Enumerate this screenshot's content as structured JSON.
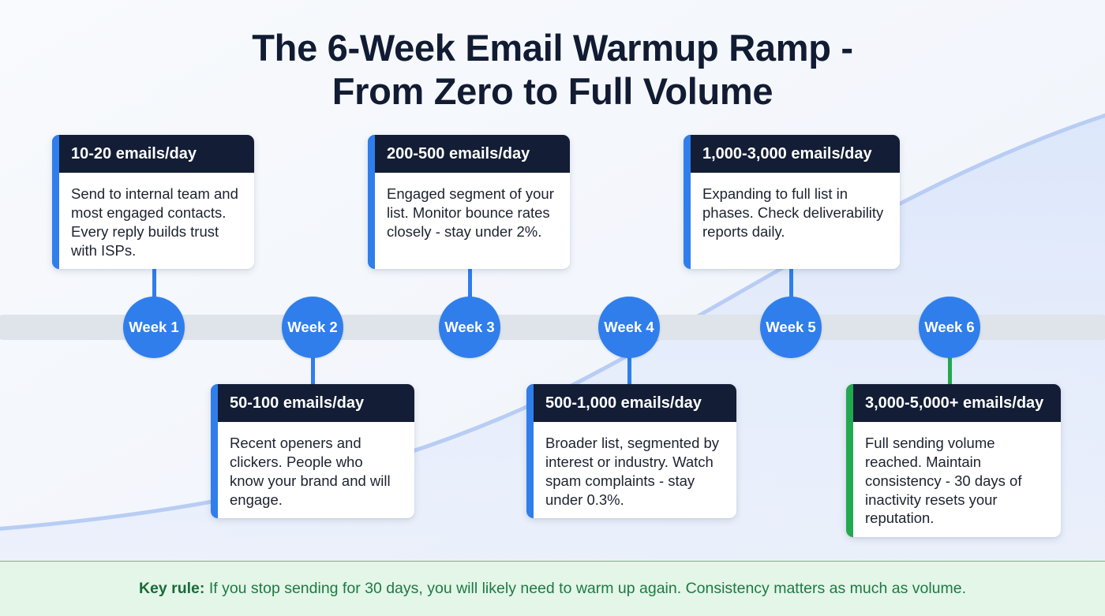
{
  "title": {
    "line1": "The 6-Week Email Warmup Ramp -",
    "line2": "From Zero to Full Volume"
  },
  "timeline": {
    "weeks": [
      {
        "label": "Week 1"
      },
      {
        "label": "Week 2"
      },
      {
        "label": "Week 3"
      },
      {
        "label": "Week 4"
      },
      {
        "label": "Week 5"
      },
      {
        "label": "Week 6"
      }
    ]
  },
  "cards": [
    {
      "heading": "10-20 emails/day",
      "body": "Send to internal team and most engaged contacts. Every reply builds trust with ISPs.",
      "accent": "#2f7eec",
      "position": "above"
    },
    {
      "heading": "50-100 emails/day",
      "body": "Recent openers and clickers. People who know your brand and will engage.",
      "accent": "#2f7eec",
      "position": "below"
    },
    {
      "heading": "200-500 emails/day",
      "body": "Engaged segment of your list. Monitor bounce rates closely - stay under 2%.",
      "accent": "#2f7eec",
      "position": "above"
    },
    {
      "heading": "500-1,000 emails/day",
      "body": "Broader list, segmented by interest or industry. Watch spam complaints - stay under 0.3%.",
      "accent": "#2f7eec",
      "position": "below"
    },
    {
      "heading": "1,000-3,000 emails/day",
      "body": "Expanding to full list in phases. Check deliverability reports daily.",
      "accent": "#2f7eec",
      "position": "above"
    },
    {
      "heading": "3,000-5,000+ emails/day",
      "body": "Full sending volume reached. Maintain consistency - 30 days of inactivity resets your reputation.",
      "accent": "#22a94f",
      "position": "below"
    }
  ],
  "footer": {
    "label": "Key rule:",
    "text": " If you stop sending for 30 days, you will likely need to warm up again. Consistency matters as much as volume."
  },
  "colors": {
    "background": "#f7f9fc",
    "accent_blue": "#2f7eec",
    "accent_green": "#22a94f",
    "card_header": "#131d35",
    "timeline_bar": "#dfe3ea",
    "footer_band": "#e3f6e8",
    "footer_text": "#1e7a42",
    "title_text": "#111c33"
  }
}
